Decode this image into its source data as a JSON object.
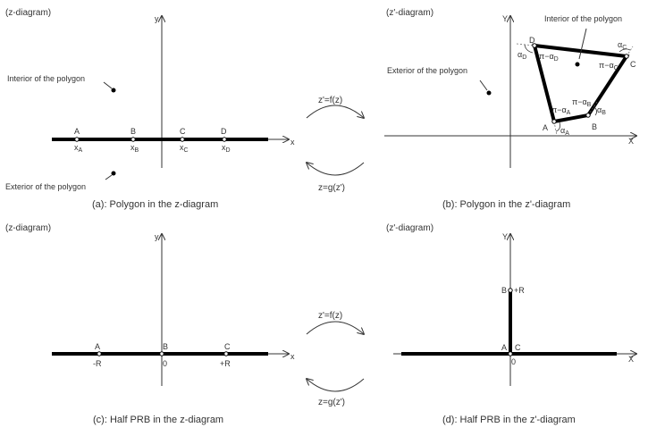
{
  "diagram_labels": {
    "z_diagram": "(z-diagram)",
    "zp_diagram": "(z'-diagram)",
    "axis_x_small": "x",
    "axis_y_small": "y",
    "axis_x_big": "X",
    "axis_y_big": "Y",
    "interior": "Interior of the polygon",
    "exterior": "Exterior of the polygon"
  },
  "mapping": {
    "forward": "z'=f(z)",
    "backward": "z=g(z')"
  },
  "panel_a": {
    "caption": "(a): Polygon in the z-diagram",
    "points": [
      {
        "name": "A",
        "coord": "xA"
      },
      {
        "name": "B",
        "coord": "xB"
      },
      {
        "name": "C",
        "coord": "xC"
      },
      {
        "name": "D",
        "coord": "xD"
      }
    ]
  },
  "panel_b": {
    "caption": "(b): Polygon in the z'-diagram",
    "vertices": [
      "A",
      "B",
      "C",
      "D"
    ],
    "angle_labels": {
      "a_out": "αA",
      "a_in": "π−αA",
      "b_out": "αB",
      "b_in": "π−αB",
      "c_out": "αC",
      "c_in": "π−αC",
      "d_out": "αD",
      "d_in": "π−αD"
    }
  },
  "panel_c": {
    "caption": "(c): Half PRB in the z-diagram",
    "points": [
      {
        "name": "A",
        "coord": "-R"
      },
      {
        "name": "B",
        "coord": "0"
      },
      {
        "name": "C",
        "coord": "+R"
      }
    ]
  },
  "panel_d": {
    "caption": "(d): Half PRB in the z'-diagram",
    "labels": {
      "b": "B",
      "b_coord": "+R",
      "a": "A",
      "c": "C",
      "origin": "0"
    }
  }
}
